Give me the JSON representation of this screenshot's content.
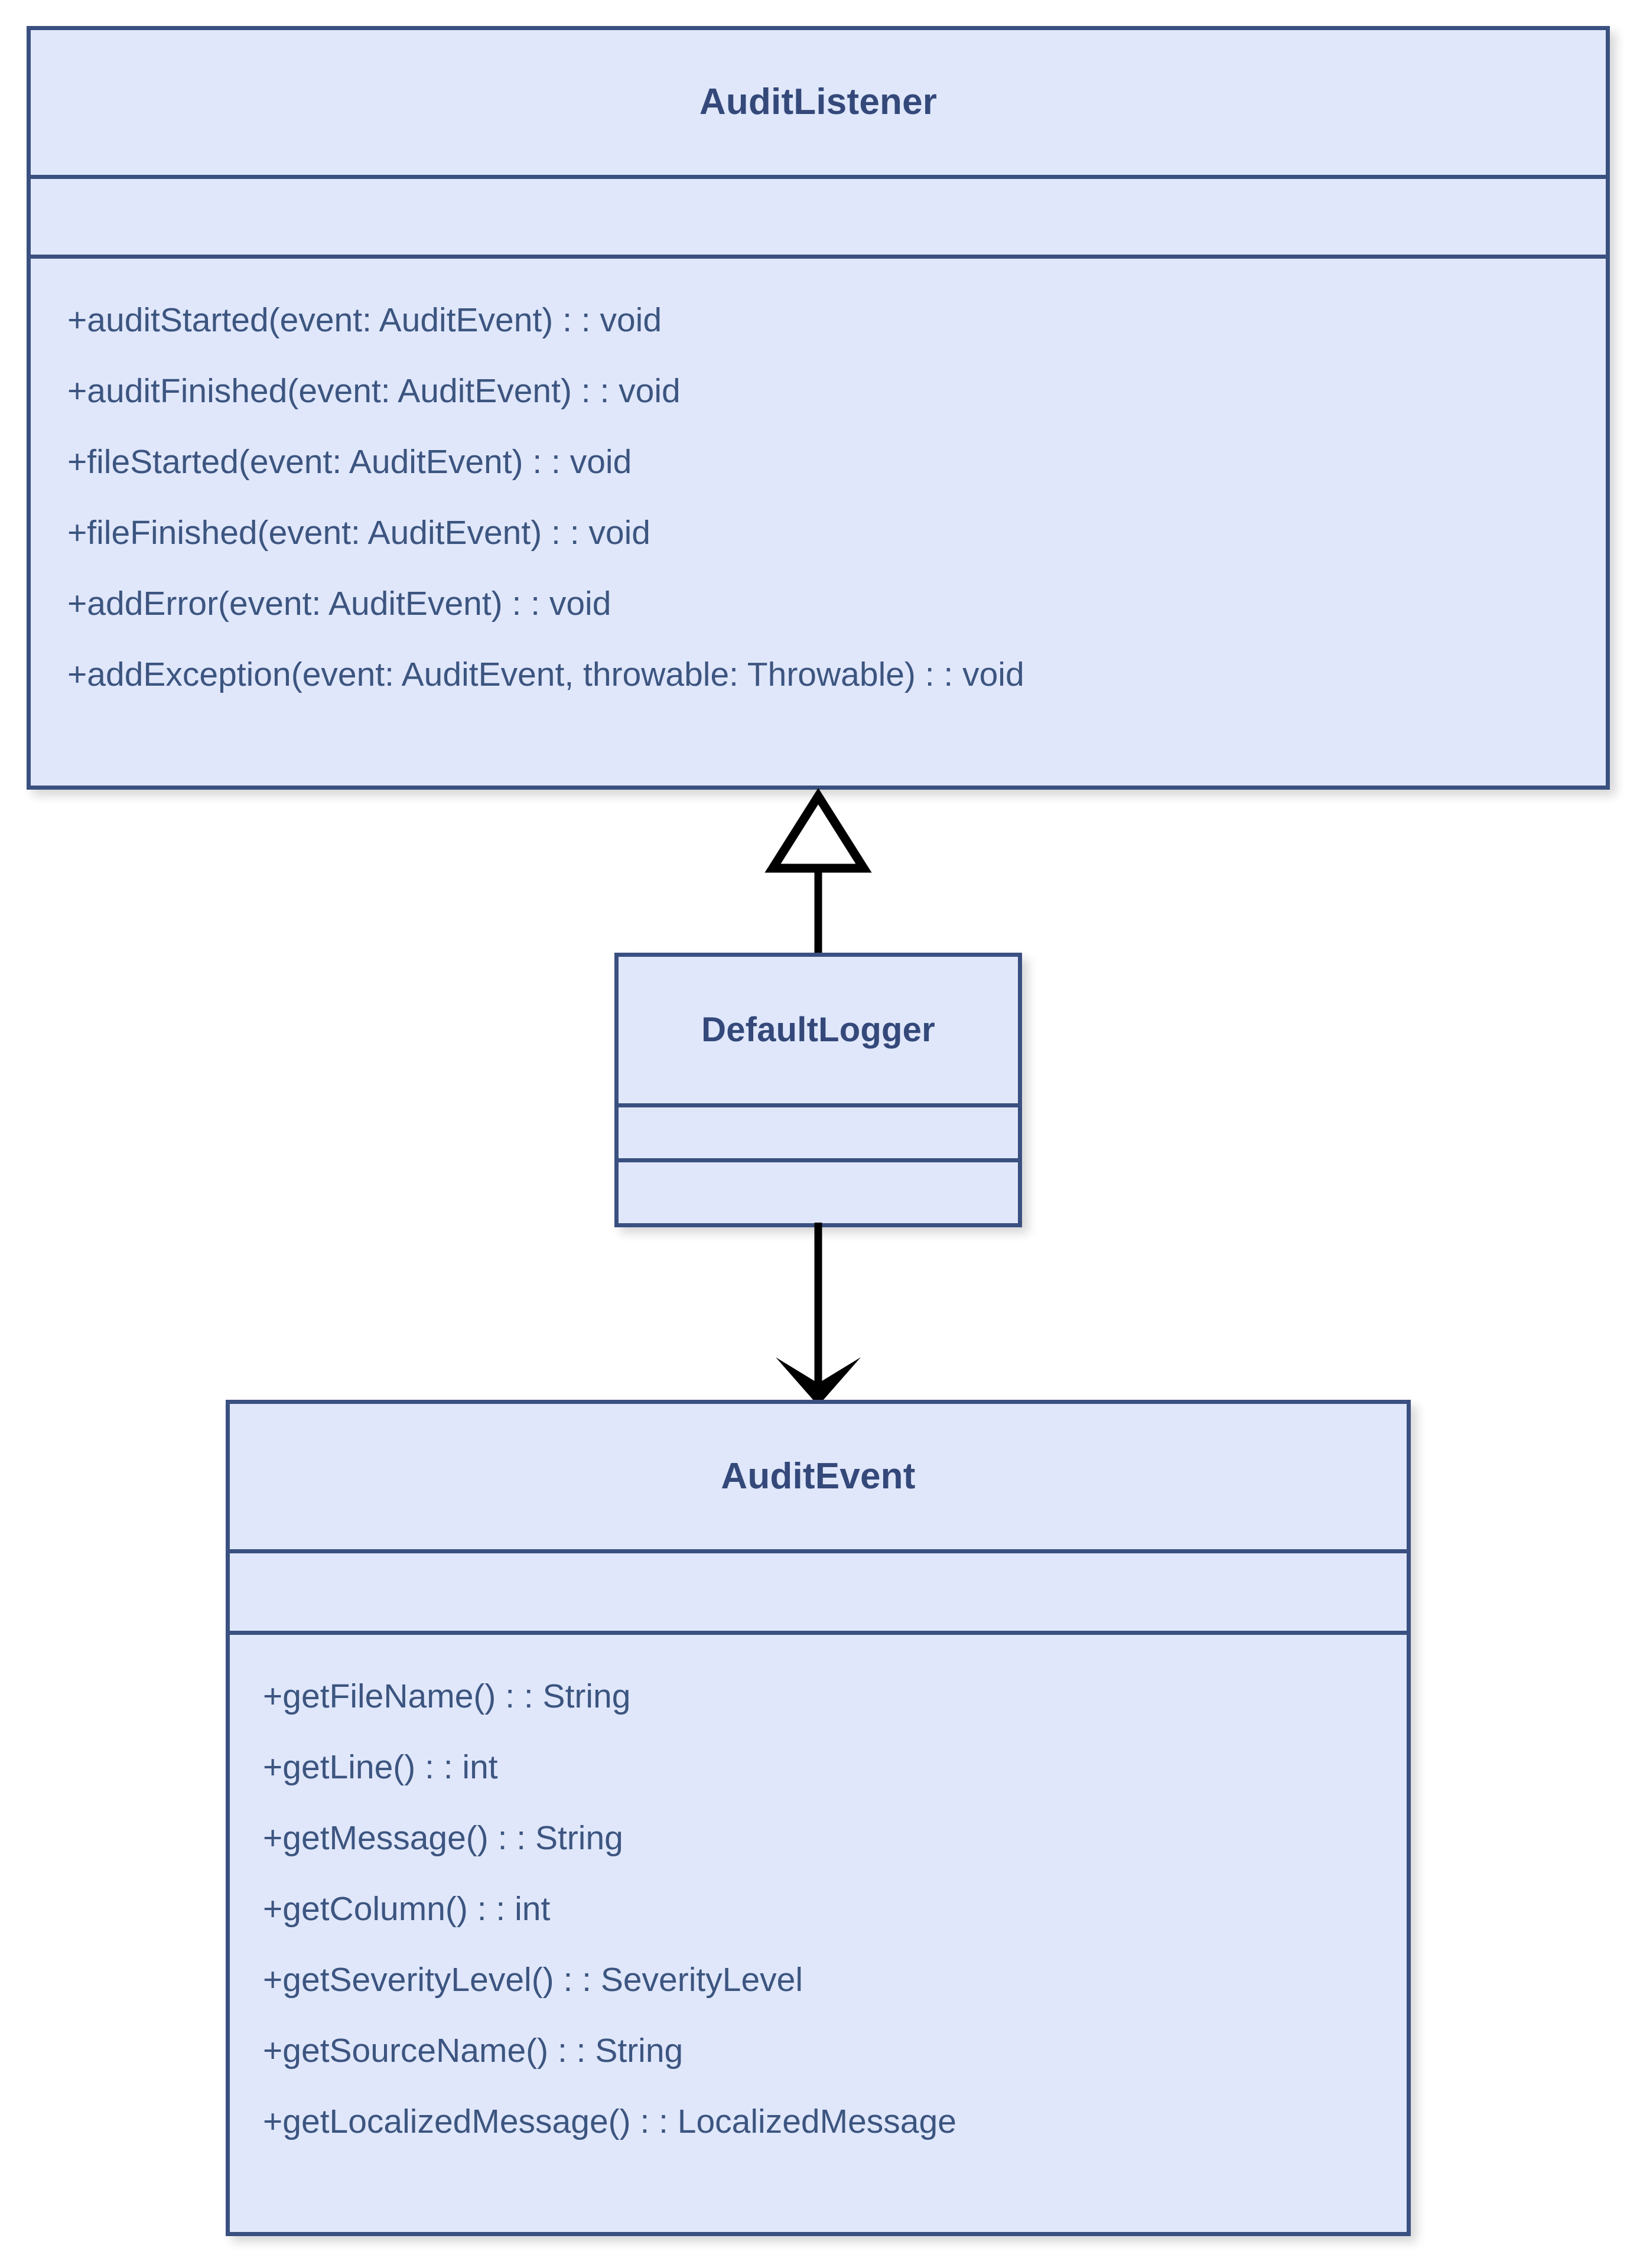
{
  "diagram": {
    "type": "uml-class-diagram",
    "background_color": "#ffffff",
    "box_fill_color": "#e0e7fa",
    "box_border_color": "#3a5080",
    "title_text_color": "#34497a",
    "member_text_color": "#3c5580",
    "connector_color": "#000000"
  },
  "classes": {
    "audit_listener": {
      "name": "AuditListener",
      "attributes": [],
      "operations": [
        "+auditStarted(event: AuditEvent) : : void",
        "+auditFinished(event: AuditEvent) : : void",
        "+fileStarted(event: AuditEvent) : : void",
        "+fileFinished(event: AuditEvent) : : void",
        "+addError(event: AuditEvent) : : void",
        "+addException(event: AuditEvent, throwable: Throwable) : : void"
      ]
    },
    "default_logger": {
      "name": "DefaultLogger",
      "attributes": [],
      "operations": []
    },
    "audit_event": {
      "name": "AuditEvent",
      "attributes": [],
      "operations": [
        "+getFileName() : : String",
        "+getLine() : : int",
        "+getMessage() : : String",
        "+getColumn() : : int",
        "+getSeverityLevel() : : SeverityLevel",
        "+getSourceName() : : String",
        "+getLocalizedMessage() : : LocalizedMessage"
      ]
    }
  },
  "connectors": [
    {
      "id": "generalization",
      "kind": "generalization",
      "arrowhead": "hollow-triangle",
      "direction": "up",
      "from": "DefaultLogger",
      "to": "AuditListener",
      "label": ""
    },
    {
      "id": "dependency",
      "kind": "dependency",
      "arrowhead": "solid-open-arrow",
      "direction": "down",
      "from": "DefaultLogger",
      "to": "AuditEvent",
      "label": ""
    }
  ]
}
